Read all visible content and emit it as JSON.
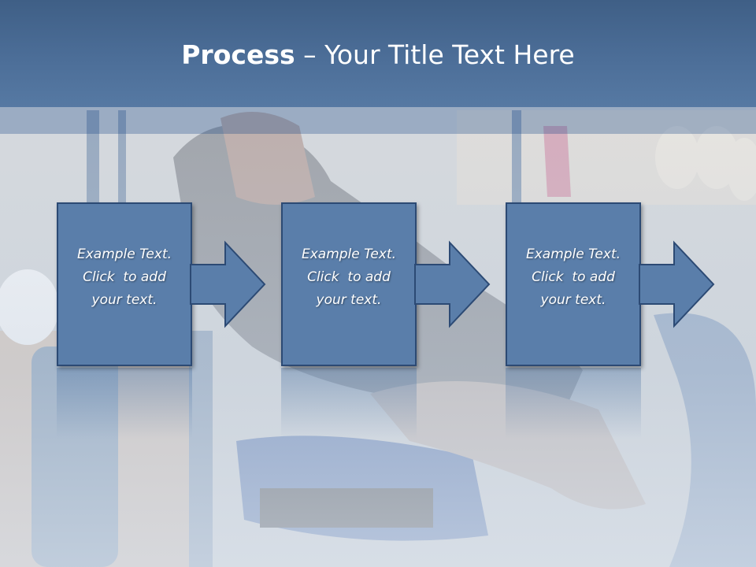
{
  "slide": {
    "title_bold": "Process",
    "title_rest": " – Your Title Text Here"
  },
  "steps": [
    {
      "line1": "Example Text.",
      "line2": "Click  to add",
      "line3": "your text."
    },
    {
      "line1": "Example Text.",
      "line2": "Click  to add",
      "line3": "your text."
    },
    {
      "line1": "Example Text.",
      "line2": "Click  to add",
      "line3": "your text."
    }
  ],
  "colors": {
    "header": "#4c6e98",
    "box_fill": "#5a7eaa",
    "box_border": "#2c4a74",
    "text": "#ffffff"
  }
}
